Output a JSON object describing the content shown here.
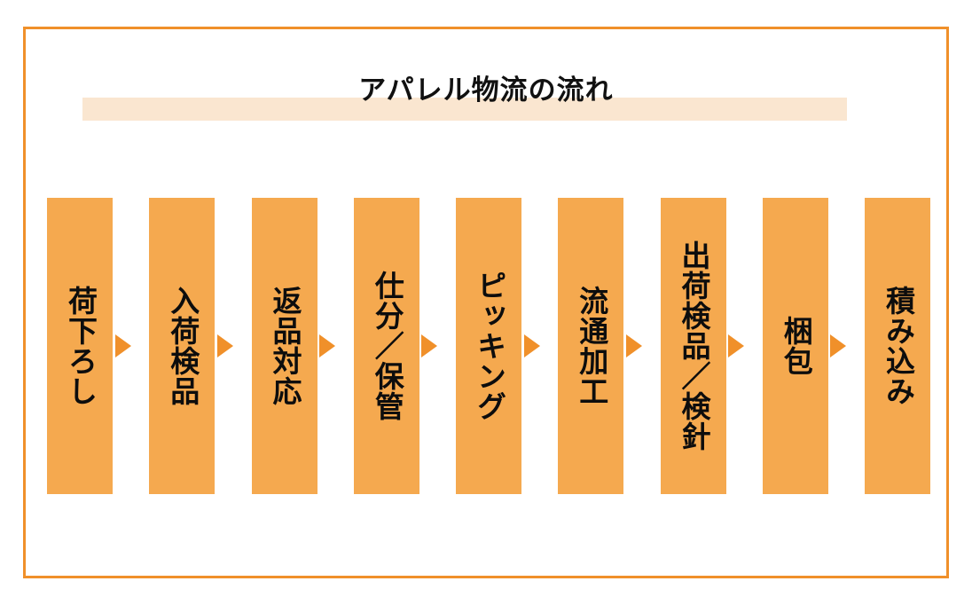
{
  "diagram": {
    "title": "アパレル物流の流れ",
    "frame_color": "#F0902A",
    "title_highlight_color": "#FAE6D0",
    "box_color": "#F5A94F",
    "arrow_color": "#F0902A",
    "text_color": "#0d0d0d",
    "orientation": "horizontal-left-to-right",
    "step_count": 9,
    "arrow_count": 8,
    "steps": [
      {
        "index": 1,
        "label": "荷下ろし"
      },
      {
        "index": 2,
        "label": "入荷検品"
      },
      {
        "index": 3,
        "label": "返品対応"
      },
      {
        "index": 4,
        "label": "仕分／保管"
      },
      {
        "index": 5,
        "label": "ピッキング"
      },
      {
        "index": 6,
        "label": "流通加工"
      },
      {
        "index": 7,
        "label": "出荷検品／検針"
      },
      {
        "index": 8,
        "label": "梱包"
      },
      {
        "index": 9,
        "label": "積み込み"
      }
    ]
  }
}
